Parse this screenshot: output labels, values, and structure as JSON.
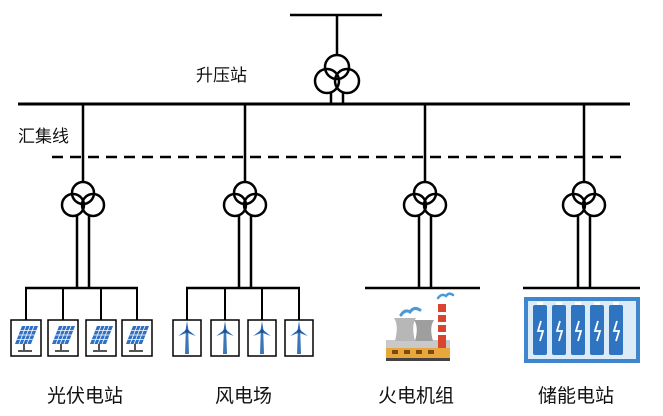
{
  "labels": {
    "substation": "升压站",
    "collector": "汇集线",
    "pv": "光伏电站",
    "wind": "风电场",
    "thermal": "火电机组",
    "storage": "储能电站"
  },
  "icons": {
    "transformer": "three-winding-transformer-icon",
    "pv": "solar-panel-icon",
    "wind": "wind-turbine-icon",
    "thermal": "power-plant-icon",
    "storage": "battery-storage-icon"
  },
  "colors": {
    "line": "#000000",
    "solar_panel": "#2f6fc4",
    "wind_blade": "#2a6bb6",
    "storage_frame": "#3f86cf",
    "battery": "#2e74c0",
    "factory_base": "#e9a63a",
    "chimney_red": "#d9452f"
  }
}
